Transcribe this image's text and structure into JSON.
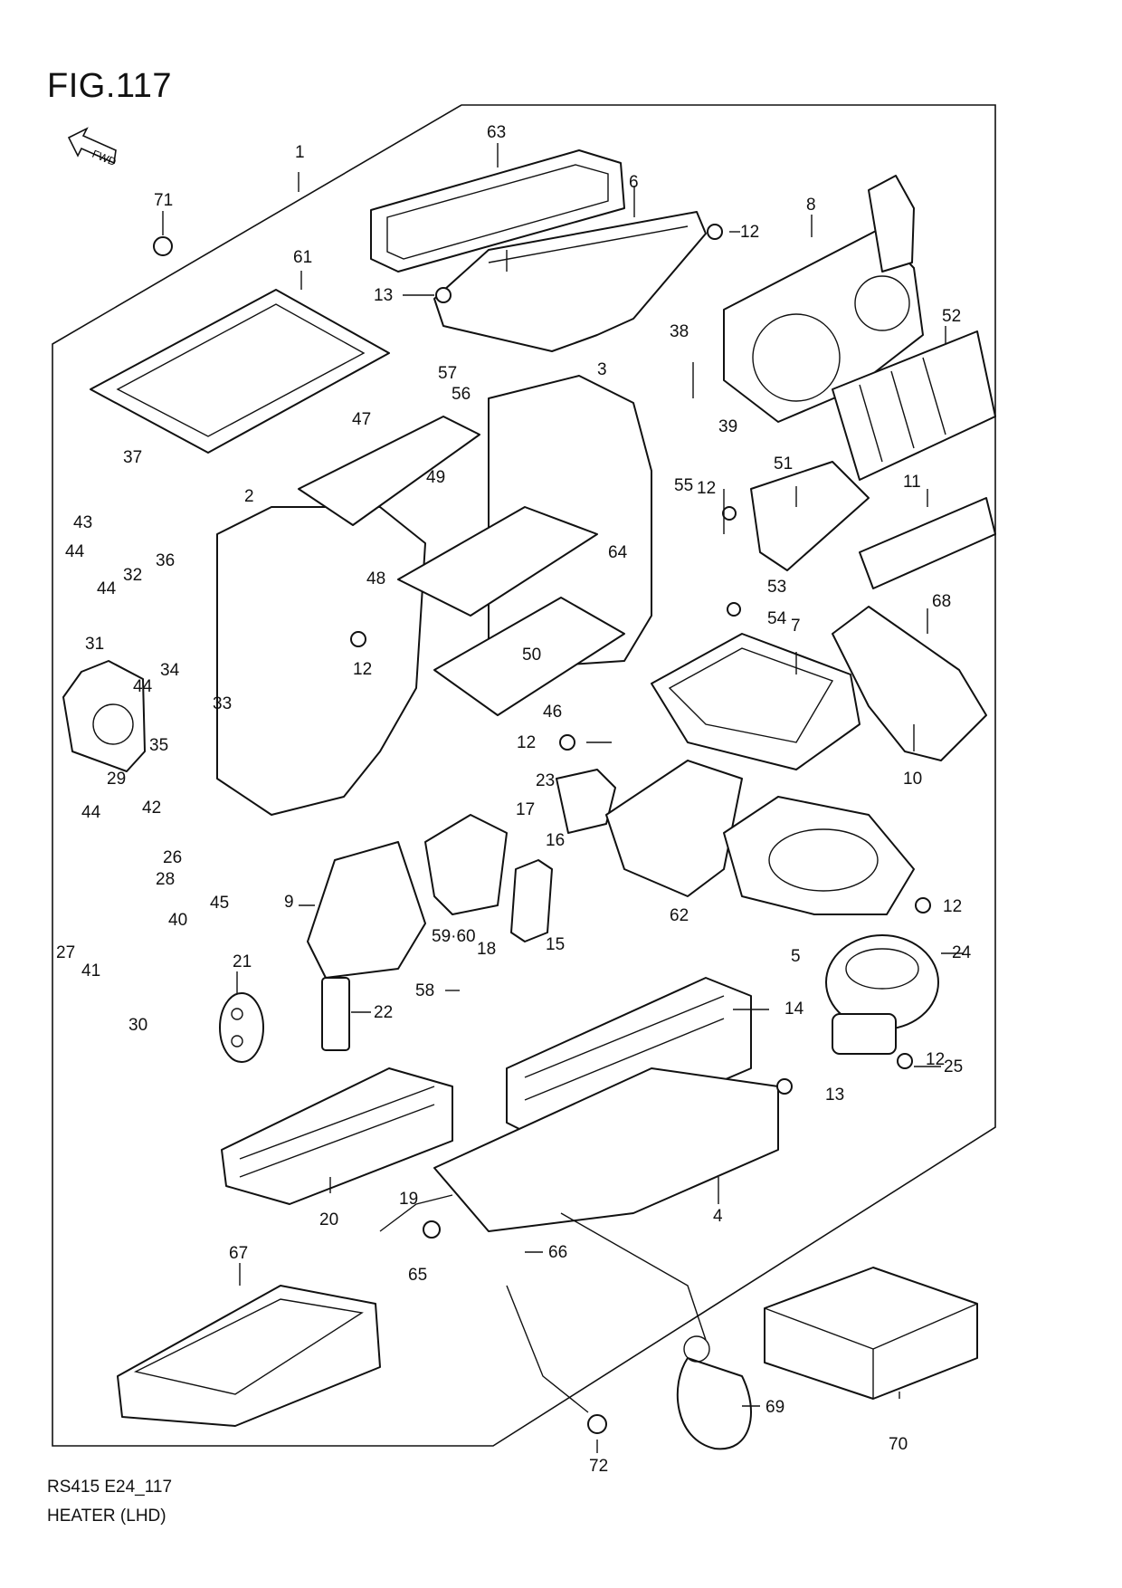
{
  "figure": {
    "title": "FIG.117",
    "fwd_label": "FWD"
  },
  "footer": {
    "code": "RS415 E24_117",
    "name": "HEATER (LHD)"
  },
  "callouts": [
    "1",
    "2",
    "3",
    "4",
    "5",
    "6",
    "7",
    "8",
    "9",
    "10",
    "11",
    "12",
    "12",
    "12",
    "12",
    "12",
    "12",
    "13",
    "13",
    "14",
    "15",
    "16",
    "17",
    "18",
    "19",
    "20",
    "21",
    "22",
    "23",
    "24",
    "25",
    "26",
    "27",
    "28",
    "29",
    "30",
    "31",
    "32",
    "33",
    "34",
    "35",
    "36",
    "37",
    "38",
    "39",
    "40",
    "41",
    "42",
    "43",
    "44",
    "44",
    "44",
    "44",
    "45",
    "46",
    "47",
    "48",
    "49",
    "50",
    "51",
    "52",
    "53",
    "54",
    "55",
    "56",
    "57",
    "58",
    "59·60",
    "61",
    "62",
    "63",
    "64",
    "65",
    "66",
    "67",
    "68",
    "69",
    "70",
    "71",
    "72"
  ]
}
